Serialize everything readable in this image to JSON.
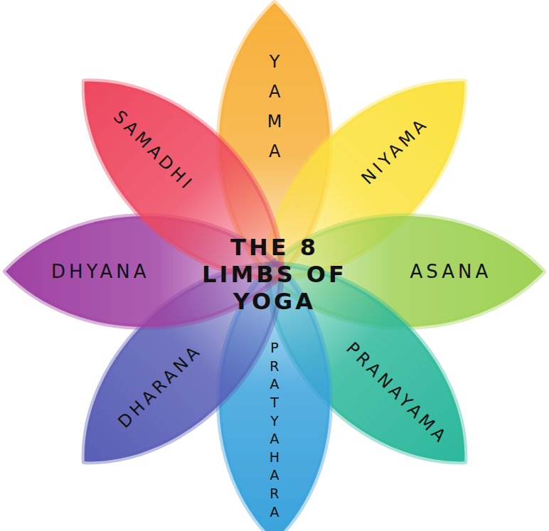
{
  "diagram": {
    "title": "THE 8 LIMBS OF YOGA",
    "nodes": [
      {
        "text": [
          "YAMA"
        ]
      },
      {
        "text": [
          "NIYAMA"
        ]
      },
      {
        "text": [
          "ASANA"
        ]
      },
      {
        "text": [
          "PRANAYAMA"
        ]
      },
      {
        "text": [
          "PRATYAHARA"
        ]
      },
      {
        "text": [
          "DHARANA"
        ]
      },
      {
        "text": [
          "DHYANA"
        ]
      },
      {
        "text": [
          "SAMADHI"
        ]
      }
    ]
  }
}
